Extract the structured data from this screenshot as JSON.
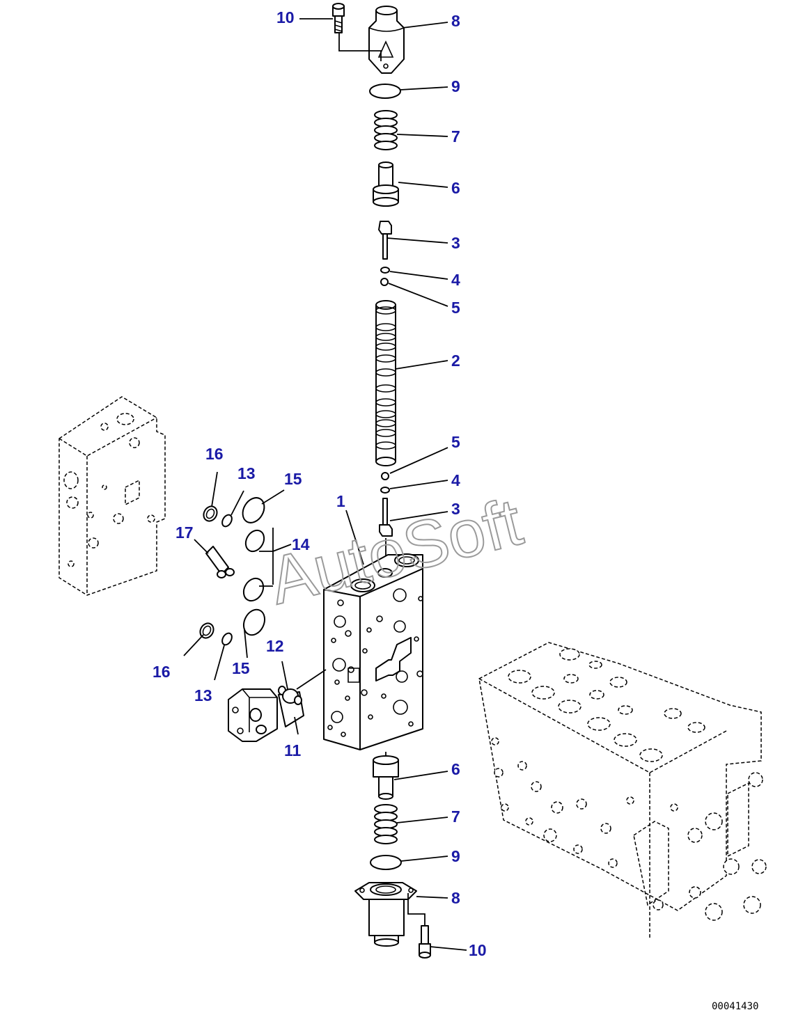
{
  "callouts": {
    "c10_top": "10",
    "c8_top": "8",
    "c9_top": "9",
    "c7_top": "7",
    "c6_top": "6",
    "c3_top": "3",
    "c4_top": "4",
    "c5_top": "5",
    "c2": "2",
    "c5_mid": "5",
    "c4_mid": "4",
    "c3_mid": "3",
    "c1": "1",
    "c16_top": "16",
    "c13_top": "13",
    "c15_top": "15",
    "c17": "17",
    "c14": "14",
    "c16_bot": "16",
    "c13_bot": "13",
    "c15_bot": "15",
    "c12": "12",
    "c11": "11",
    "c6_bot": "6",
    "c7_bot": "7",
    "c9_bot": "9",
    "c8_bot": "8",
    "c10_bot": "10"
  },
  "watermark": "AutoSoft",
  "drawing_number": "00041430"
}
